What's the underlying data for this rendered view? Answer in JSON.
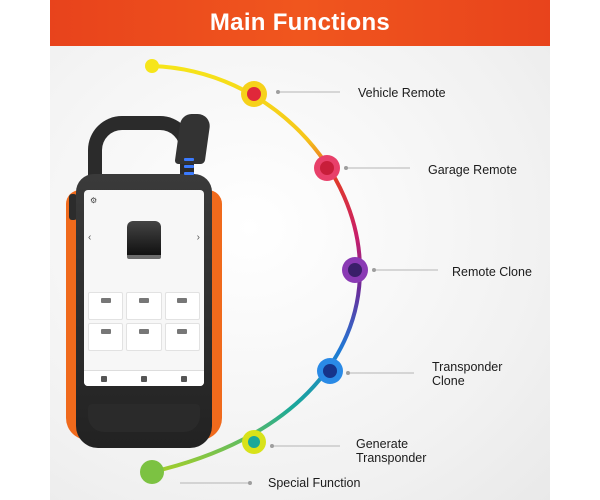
{
  "header": {
    "title": "Main Functions"
  },
  "functions": [
    {
      "label": "Vehicle Remote",
      "color": "#e0283a"
    },
    {
      "label": "Garage Remote",
      "color": "#d21e5a"
    },
    {
      "label": "Remote Clone",
      "color": "#6a2c9a"
    },
    {
      "label": "Transponder Clone",
      "color": "#1f5fb0"
    },
    {
      "label": "Generate Transponder",
      "color": "#1a9c8c"
    },
    {
      "label": "Special Function",
      "color": "#7cc242"
    }
  ],
  "colors": {
    "header_bg": "#ef4f1c",
    "arc_start": "#f6e51a",
    "arc_end": "#7cc242",
    "device_orange": "#f06a1c"
  }
}
